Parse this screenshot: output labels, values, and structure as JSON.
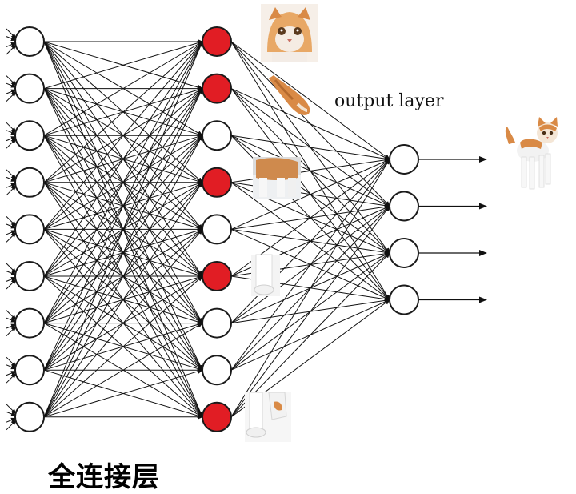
{
  "caption": "全连接层",
  "output_label": "output layer",
  "colors": {
    "active_neuron": "#e11d24",
    "neuron": "#ffffff",
    "edge": "#111111"
  },
  "layers": {
    "input": {
      "count": 9
    },
    "hidden": {
      "count": 9,
      "active": [
        0,
        1,
        3,
        5,
        8
      ]
    },
    "output": {
      "count": 4
    }
  },
  "images": [
    {
      "name": "cat-face-image",
      "depicts": "cat face"
    },
    {
      "name": "cat-tail-image",
      "depicts": "cat tail"
    },
    {
      "name": "cat-body-image",
      "depicts": "cat body"
    },
    {
      "name": "cat-leg-image",
      "depicts": "cat leg"
    },
    {
      "name": "cat-paw-image",
      "depicts": "cat paw"
    },
    {
      "name": "cat-result-image",
      "depicts": "whole cat"
    }
  ]
}
